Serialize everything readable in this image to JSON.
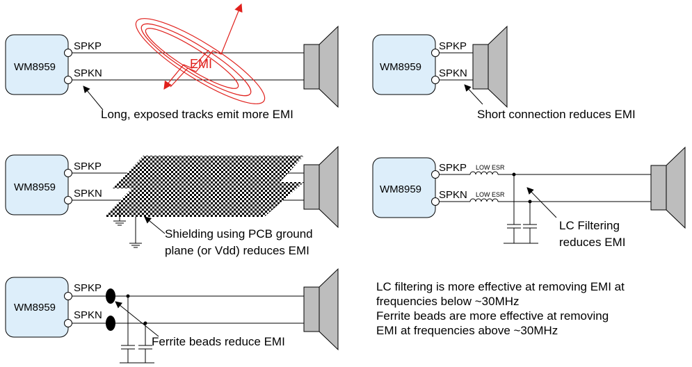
{
  "chip_label": "WM8959",
  "pin_p": "SPKP",
  "pin_n": "SPKN",
  "emi_label": "EMI",
  "low_esr": "LOW ESR",
  "captions": {
    "long_tracks": "Long, exposed tracks emit more EMI",
    "short_connection": "Short connection reduces EMI",
    "shielding_line1": "Shielding using PCB ground",
    "shielding_line2": "plane (or Vdd) reduces EMI",
    "lc_line1": "LC Filtering",
    "lc_line2": "reduces EMI",
    "ferrite": "Ferrite beads reduce EMI"
  },
  "note_lines": [
    "LC filtering is more effective at removing EMI at",
    "frequencies below ~30MHz",
    "Ferrite beads are more effective at removing",
    "EMI at frequencies above ~30MHz"
  ],
  "colors": {
    "chip_fill": "#ddeefa",
    "speaker": "#bdbdbd",
    "emi": "#e0201c"
  }
}
